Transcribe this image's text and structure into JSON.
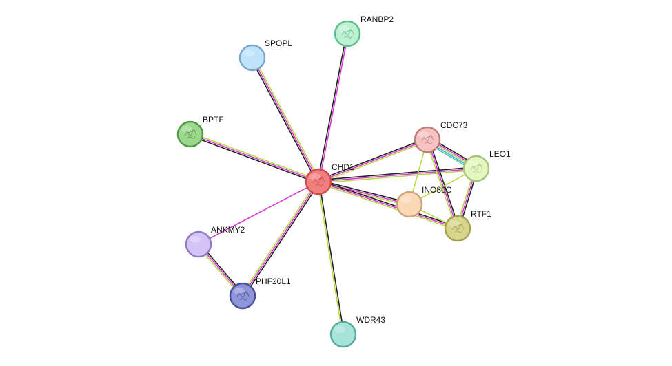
{
  "network": {
    "nodes": [
      {
        "id": "CHD1",
        "label": "CHD1",
        "fill": "#f07f7f",
        "stroke": "#d04848",
        "icon": "protein-structure-icon"
      },
      {
        "id": "RANBP2",
        "label": "RANBP2",
        "fill": "#bff0d4",
        "stroke": "#5cc08a",
        "icon": "protein-structure-icon"
      },
      {
        "id": "SPOPL",
        "label": "SPOPL",
        "fill": "#bfe3fb",
        "stroke": "#77a8c9",
        "icon": ""
      },
      {
        "id": "BPTF",
        "label": "BPTF",
        "fill": "#9cd98f",
        "stroke": "#4f9a45",
        "icon": "protein-structure-icon"
      },
      {
        "id": "CDC73",
        "label": "CDC73",
        "fill": "#f6c3c3",
        "stroke": "#c07a7a",
        "icon": "protein-structure-icon"
      },
      {
        "id": "LEO1",
        "label": "LEO1",
        "fill": "#e4f7c0",
        "stroke": "#a6c47c",
        "icon": "protein-structure-icon"
      },
      {
        "id": "INO80C",
        "label": "INO80C",
        "fill": "#fbd9b8",
        "stroke": "#cfa27a",
        "icon": ""
      },
      {
        "id": "RTF1",
        "label": "RTF1",
        "fill": "#d8d68c",
        "stroke": "#a4a14f",
        "icon": "protein-structure-icon"
      },
      {
        "id": "ANKMY2",
        "label": "ANKMY2",
        "fill": "#d3c4f7",
        "stroke": "#8f7bc4",
        "icon": ""
      },
      {
        "id": "PHF20L1",
        "label": "PHF20L1",
        "fill": "#8f95d8",
        "stroke": "#4a5098",
        "icon": "protein-structure-icon"
      },
      {
        "id": "WDR43",
        "label": "WDR43",
        "fill": "#a6e3d8",
        "stroke": "#5aa99c",
        "icon": ""
      }
    ],
    "edges": [
      {
        "source": "CHD1",
        "target": "RANBP2",
        "colors": [
          "#222222",
          "#d63ad6"
        ]
      },
      {
        "source": "CHD1",
        "target": "SPOPL",
        "colors": [
          "#222222",
          "#d63ad6",
          "#b9d94a"
        ]
      },
      {
        "source": "CHD1",
        "target": "BPTF",
        "colors": [
          "#222222",
          "#d63ad6",
          "#b9d94a"
        ]
      },
      {
        "source": "CHD1",
        "target": "CDC73",
        "colors": [
          "#222222",
          "#d63ad6",
          "#b9d94a"
        ]
      },
      {
        "source": "CHD1",
        "target": "LEO1",
        "colors": [
          "#222222",
          "#d63ad6",
          "#b9d94a"
        ]
      },
      {
        "source": "CHD1",
        "target": "INO80C",
        "colors": [
          "#222222",
          "#d63ad6",
          "#b9d94a"
        ]
      },
      {
        "source": "CHD1",
        "target": "RTF1",
        "colors": [
          "#222222",
          "#d63ad6",
          "#b9d94a"
        ]
      },
      {
        "source": "CHD1",
        "target": "ANKMY2",
        "colors": [
          "#d63ad6"
        ]
      },
      {
        "source": "CHD1",
        "target": "PHF20L1",
        "colors": [
          "#222222",
          "#d63ad6",
          "#b9d94a"
        ]
      },
      {
        "source": "CHD1",
        "target": "WDR43",
        "colors": [
          "#222222",
          "#b9d94a"
        ]
      },
      {
        "source": "ANKMY2",
        "target": "PHF20L1",
        "colors": [
          "#222222",
          "#d63ad6",
          "#b9d94a"
        ]
      },
      {
        "source": "CDC73",
        "target": "LEO1",
        "colors": [
          "#222222",
          "#d63ad6",
          "#b9d94a",
          "#3ab0e0",
          "#48c8a8"
        ]
      },
      {
        "source": "CDC73",
        "target": "RTF1",
        "colors": [
          "#222222",
          "#d63ad6",
          "#b9d94a"
        ]
      },
      {
        "source": "CDC73",
        "target": "INO80C",
        "colors": [
          "#b9d94a"
        ]
      },
      {
        "source": "LEO1",
        "target": "RTF1",
        "colors": [
          "#222222",
          "#d63ad6",
          "#b9d94a"
        ]
      },
      {
        "source": "LEO1",
        "target": "INO80C",
        "colors": [
          "#b9d94a"
        ]
      },
      {
        "source": "INO80C",
        "target": "RTF1",
        "colors": [
          "#b9d94a"
        ]
      }
    ]
  }
}
